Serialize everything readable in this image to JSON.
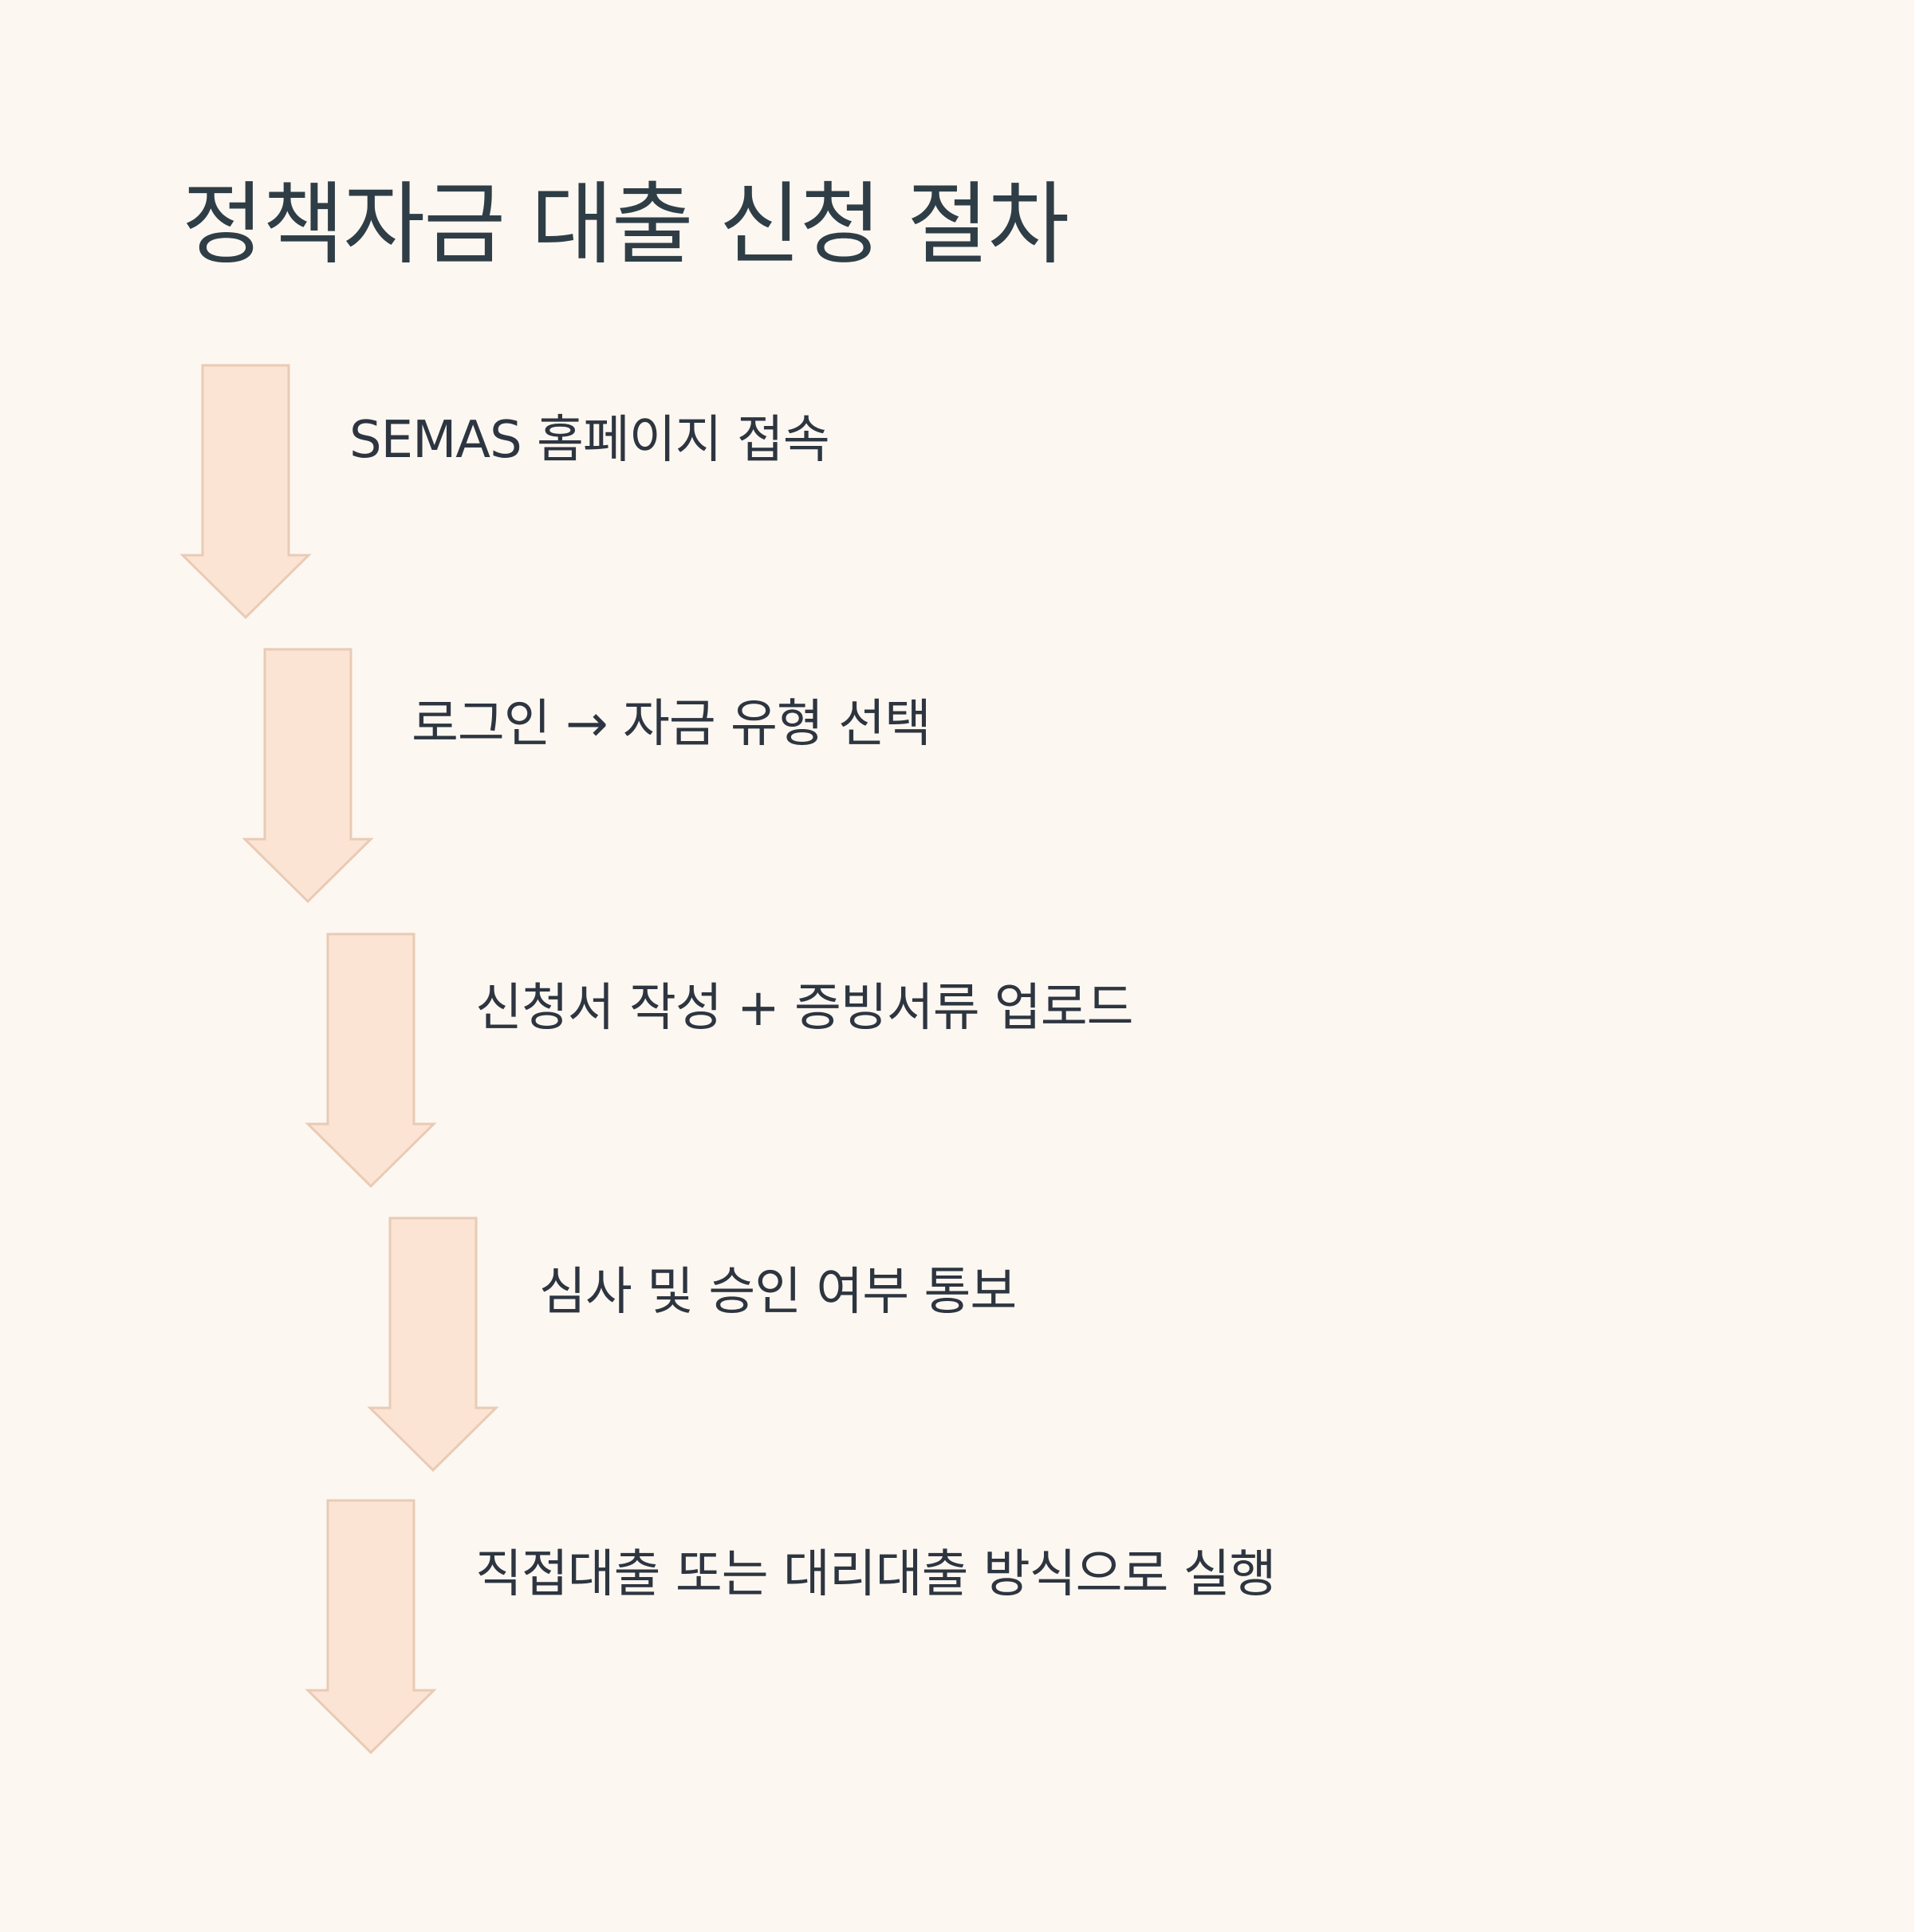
{
  "title": "정책자금 대출 신청 절차",
  "colors": {
    "background": "#fdf7f1",
    "arrow_fill": "#fce4d4",
    "arrow_stroke": "#e9cbb5",
    "title": "#2f3e46",
    "text": "#2d3540"
  },
  "steps": [
    {
      "label": "SEMAS 홈페이지 접속",
      "icon": "arrow-down-icon"
    },
    {
      "label": "로그인 → 자금 유형 선택",
      "icon": "arrow-down-icon"
    },
    {
      "label": "신청서 작성 + 증빙서류 업로드",
      "icon": "arrow-down-icon"
    },
    {
      "label": "심사 및 승인 여부 통보",
      "icon": "arrow-down-icon"
    },
    {
      "label": "직접대출 또는 대리대출 방식으로 실행",
      "icon": "arrow-down-icon"
    }
  ]
}
